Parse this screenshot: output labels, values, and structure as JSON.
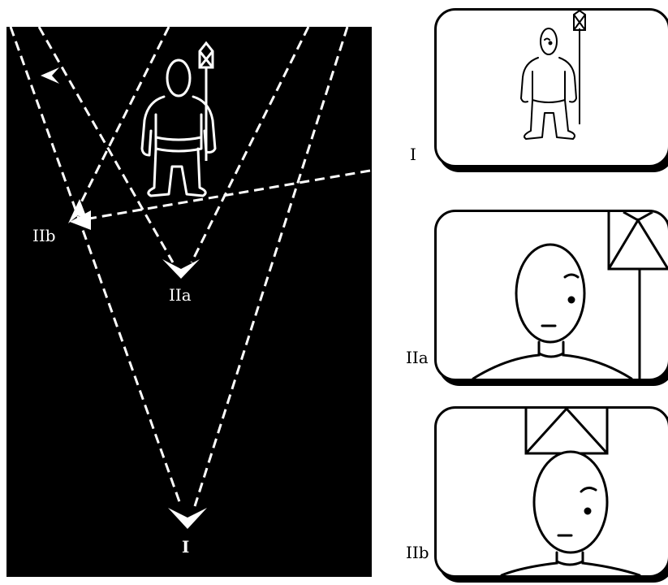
{
  "overhead": {
    "label_I": "I",
    "label_IIa": "IIa",
    "label_IIb": "IIb"
  },
  "frames": [
    {
      "label": "I"
    },
    {
      "label": "IIa"
    },
    {
      "label": "IIb"
    }
  ],
  "colors": {
    "background": "#000000",
    "lines": "#ffffff",
    "ink": "#000000"
  }
}
